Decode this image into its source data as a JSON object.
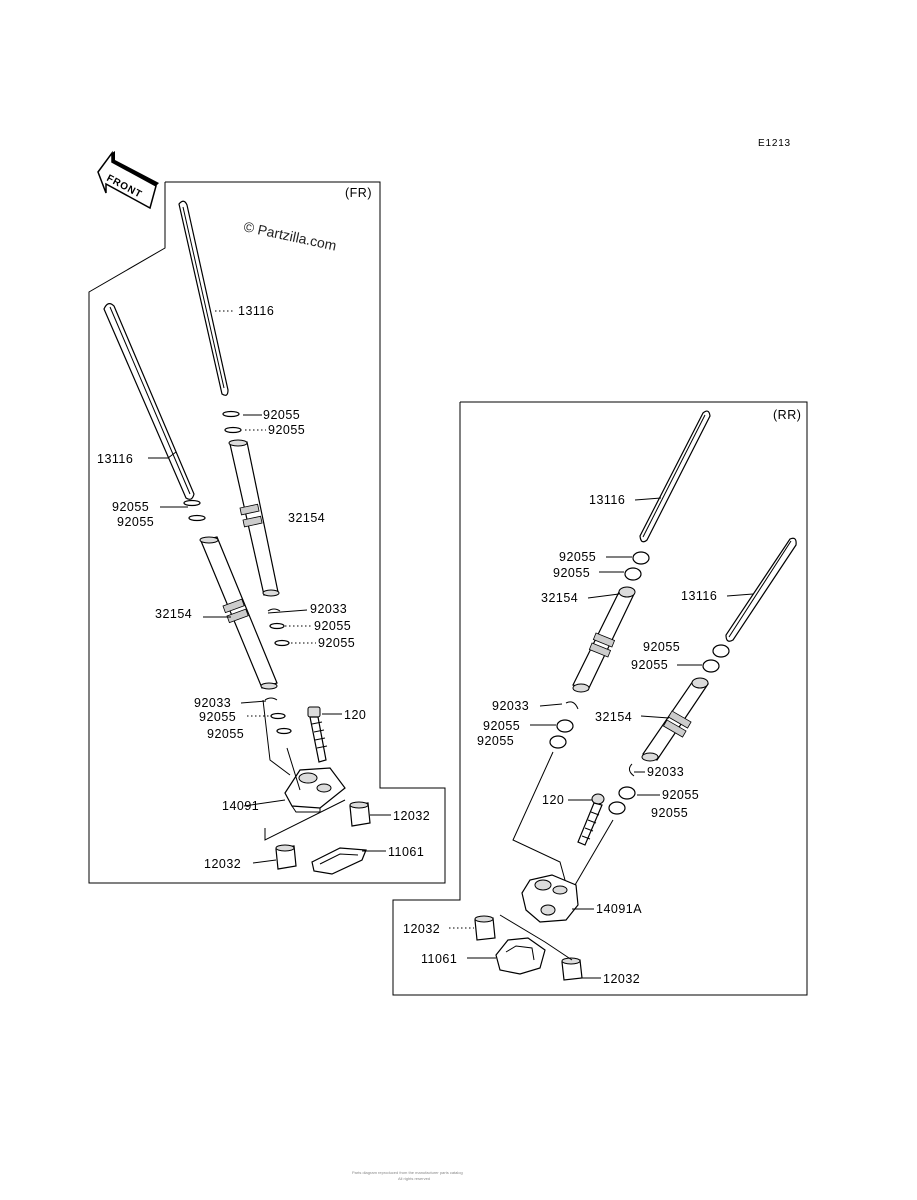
{
  "diagram_code": "E1213",
  "front_arrow_label": "FRONT",
  "watermark": "© Partzilla.com",
  "footer_line1": "Parts diagram reproduced from the manufacturer parts catalog",
  "footer_line2": "All rights reserved",
  "panels": {
    "fr": {
      "tag": "(FR)",
      "labels": [
        "13116",
        "13116",
        "92055",
        "92055",
        "92055",
        "92055",
        "32154",
        "32154",
        "92033",
        "92055",
        "92055",
        "92033",
        "92055",
        "92055",
        "120",
        "14091",
        "12032",
        "12032",
        "11061"
      ]
    },
    "rr": {
      "tag": "(RR)",
      "labels": [
        "13116",
        "92055",
        "92055",
        "32154",
        "13116",
        "92055",
        "92055",
        "92033",
        "92055",
        "92055",
        "32154",
        "92033",
        "120",
        "92055",
        "92055",
        "14091A",
        "12032",
        "11061",
        "12032"
      ]
    }
  }
}
